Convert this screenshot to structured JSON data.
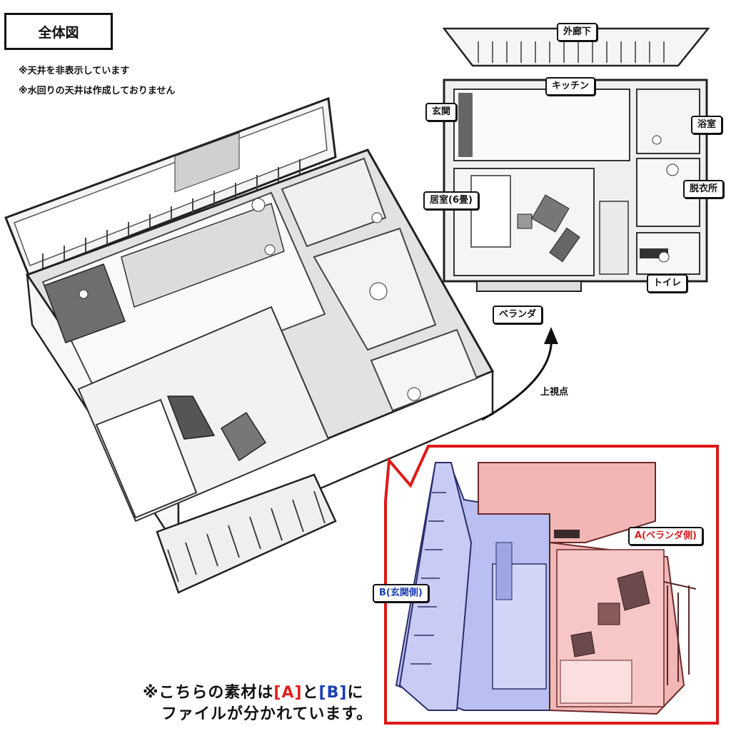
{
  "header": {
    "title": "全体図",
    "note1": "※天井を非表示しています",
    "note2": "※水回りの天井は作成しておりません"
  },
  "top_view": {
    "labels": {
      "corridor": "外廊下",
      "kitchen": "キッチン",
      "entrance": "玄関",
      "bath": "浴室",
      "dressing": "脱衣所",
      "living": "居室(6畳)",
      "toilet": "トイレ",
      "veranda": "ベランダ"
    },
    "viewpoint_label": "上視点"
  },
  "split_view": {
    "label_a": "A(ベランダ側)",
    "label_b": "B(玄関側)",
    "colors": {
      "a": "#f3b6b6",
      "b": "#b9bff0",
      "frame": "#e01818"
    }
  },
  "caption": {
    "prefix": "※こちらの素材は",
    "a": "[A]",
    "mid": "と",
    "b": "[B]",
    "suffix": "に",
    "line2": "ファイルが分かれています。"
  }
}
